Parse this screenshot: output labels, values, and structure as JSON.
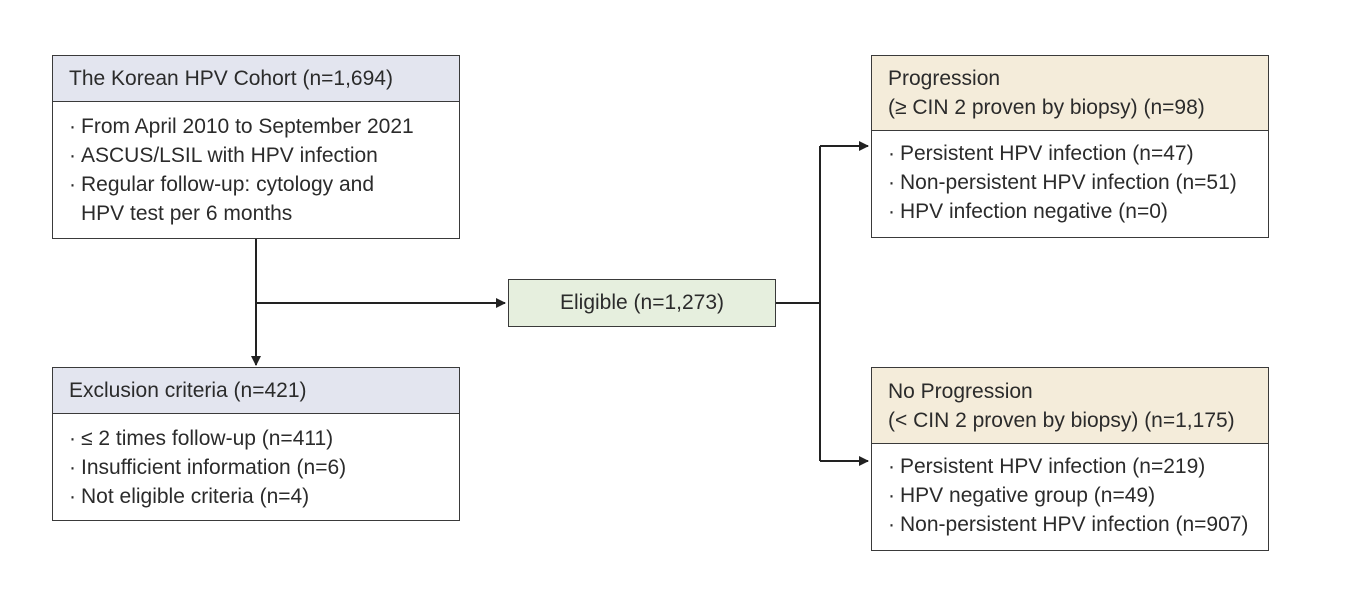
{
  "cohort": {
    "title": "The Korean HPV Cohort (n=1,694)",
    "items": [
      "From April 2010 to September 2021",
      "ASCUS/LSIL with HPV infection",
      "Regular follow-up: cytology and",
      "HPV test per 6 months"
    ]
  },
  "exclusion": {
    "title": "Exclusion criteria (n=421)",
    "items": [
      "≤ 2 times follow-up (n=411)",
      "Insufficient information (n=6)",
      "Not eligible criteria (n=4)"
    ]
  },
  "eligible": {
    "label": "Eligible (n=1,273)"
  },
  "progression": {
    "title_line1": "Progression",
    "title_line2": "(≥ CIN 2 proven by biopsy) (n=98)",
    "items": [
      "Persistent HPV infection (n=47)",
      "Non-persistent HPV infection (n=51)",
      "HPV infection negative (n=0)"
    ]
  },
  "no_progression": {
    "title_line1": "No Progression",
    "title_line2": "(< CIN 2 proven by biopsy) (n=1,175)",
    "items": [
      "Persistent HPV infection (n=219)",
      "HPV negative group (n=49)",
      "Non-persistent HPV infection (n=907)"
    ]
  },
  "colors": {
    "header_blue": "#e3e5ef",
    "header_tan": "#f4ecda",
    "eligible_green": "#e6efde",
    "line": "#222222"
  }
}
